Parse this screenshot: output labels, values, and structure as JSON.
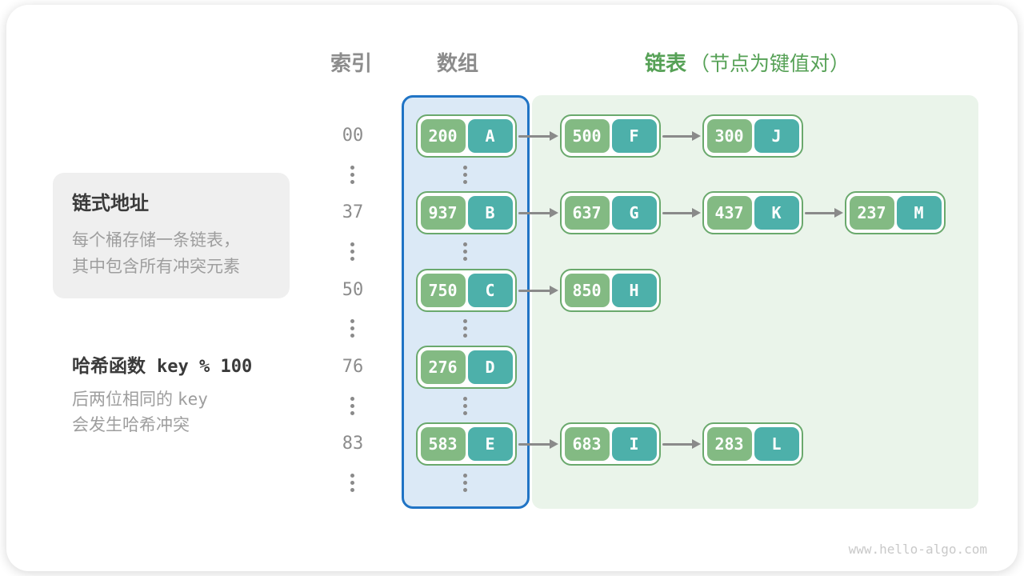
{
  "page": {
    "watermark": "www.hello-algo.com"
  },
  "headers": {
    "index": "索引",
    "array": "数组",
    "list": "链表",
    "list_note": "（节点为键值对）"
  },
  "sidebar": {
    "title": "链式地址",
    "desc_line1": "每个桶存储一条链表，",
    "desc_line2": "其中包含所有冲突元素",
    "hash_label": "哈希函数",
    "hash_expr": "key % 100",
    "hash_note_prefix": "后两位相同的",
    "hash_note_key": "key",
    "hash_note_line2": "会发生哈希冲突"
  },
  "rows": [
    {
      "index": "00",
      "bucket": {
        "key": "200",
        "value": "A"
      },
      "chain": [
        {
          "key": "500",
          "value": "F"
        },
        {
          "key": "300",
          "value": "J"
        }
      ]
    },
    {
      "index": "37",
      "bucket": {
        "key": "937",
        "value": "B"
      },
      "chain": [
        {
          "key": "637",
          "value": "G"
        },
        {
          "key": "437",
          "value": "K"
        },
        {
          "key": "237",
          "value": "M"
        }
      ]
    },
    {
      "index": "50",
      "bucket": {
        "key": "750",
        "value": "C"
      },
      "chain": [
        {
          "key": "850",
          "value": "H"
        }
      ]
    },
    {
      "index": "76",
      "bucket": {
        "key": "276",
        "value": "D"
      },
      "chain": []
    },
    {
      "index": "83",
      "bucket": {
        "key": "583",
        "value": "E"
      },
      "chain": [
        {
          "key": "683",
          "value": "I"
        },
        {
          "key": "283",
          "value": "L"
        }
      ]
    }
  ],
  "colors": {
    "key_green": "#83ba83",
    "value_teal": "#4db0aa",
    "node_border": "#6aa96d",
    "array_fill": "#dbe9f6",
    "array_border": "#2074c5",
    "list_fill": "#eaf4ea",
    "header_green": "#56a156",
    "text_gray": "#8c8c8c",
    "text_dark": "#3a3a3a",
    "muted_text": "#9e9e9e",
    "dot_gray": "#8a8a8a",
    "arrow_gray": "#8a8a8a",
    "panel_bg": "#efefef",
    "watermark_gray": "#c9c9c9"
  }
}
